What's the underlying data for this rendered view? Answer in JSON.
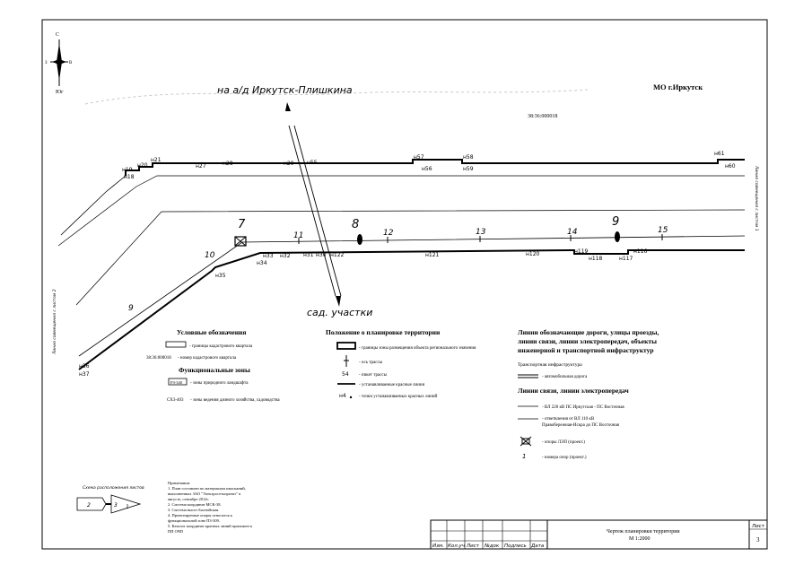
{
  "map_title": "МО г.Иркутск",
  "compass": {
    "n": "С",
    "s": "Юг",
    "w": "З",
    "e": "В"
  },
  "road_label": "на а/д Иркутск-Плишкина",
  "dacha_label": "сад. участки",
  "cadastral_label": "38:36:000018",
  "side_label_right": "Линия совмещения с листом 1",
  "side_label_left": "Линия совмещения с листом 2",
  "red_points": [
    "н18",
    "н19",
    "н20",
    "н21",
    "н27",
    "н28",
    "н29",
    "н55",
    "н57",
    "н56",
    "н58",
    "н59",
    "н61",
    "н60",
    "н32",
    "н33",
    "н34",
    "н35",
    "н31",
    "н30",
    "н122",
    "н121",
    "н120",
    "н119",
    "н118",
    "н117",
    "н116",
    "н36",
    "н37"
  ],
  "axis_pickets": [
    "10",
    "11",
    "12",
    "13",
    "14",
    "15",
    "9"
  ],
  "pole_numbers": [
    "7",
    "8",
    "9"
  ],
  "legend_left": {
    "title": "Условные обозначения",
    "items": [
      "- границы кадастрового квартала",
      "38:36:000018",
      "- номер кадастрового квартала"
    ],
    "zones_title": "Функциональные зоны",
    "zone1_code": "РЗ-340",
    "zone1_text": "- зоны природного ландшафта",
    "zone2_code": "СХ3-403",
    "zone2_text": "- зоны ведения дачного хозяйства, садоводства"
  },
  "legend_mid": {
    "title": "Положение о планировке территории",
    "item1": "- границы зоны размещения объекта регионального значения",
    "item2": "- ось трассы",
    "item3_code": "54",
    "item3": "- пикет трассы",
    "item4": "- устанавливаемые красные линии",
    "item5_code": "н4",
    "item5": "- точки устанавливаемых красных линий"
  },
  "legend_right": {
    "title": "Линии обозначающие дороги, улицы проезды, линии связи, линии электропередач, объекты инженерной и транспортной инфраструктур",
    "sub1": "Транспортная инфраструктура",
    "road": "- автомобильная дорога",
    "sub2": "Линии связи, линии электропередач",
    "vl220": "- ВЛ 220 кВ ПС Иркутская - ПС Восточная",
    "vl110": "- ответвления от ВЛ 110 кВ Правобережная-Искра до ПС Восточная",
    "poles": "- опоры ЛЭП (проект.)",
    "pole_code": "1",
    "pole_nums": "- номера опор (проект.)"
  },
  "sheet_scheme": {
    "title": "Схема расположения листов",
    "s2": "2",
    "s3": "3",
    "s1": "1"
  },
  "notes": {
    "title": "Примечания:",
    "lines": [
      "1. План составлен по материалам изысканий,",
      "выполненных ЗАО \"Электросетьпроект\" в",
      "августе, сентябре 2012г.",
      "2. Система координат МСК-38.",
      "3. Система высот Балтийская.",
      "4. Проектируемые опоры относятся к",
      "функциональной зоне ПЗ-309.",
      "5. Каталог координат красных линий приложен к",
      "ПП ОЧП"
    ]
  },
  "stamp": {
    "headers": [
      "Изм.",
      "Кол.уч",
      "Лист",
      "№док",
      "Подпись",
      "Дата"
    ],
    "title": "Чертеж планировки территории",
    "scale": "М 1:2000",
    "sheet_label": "Лист",
    "sheet_no": "3"
  }
}
